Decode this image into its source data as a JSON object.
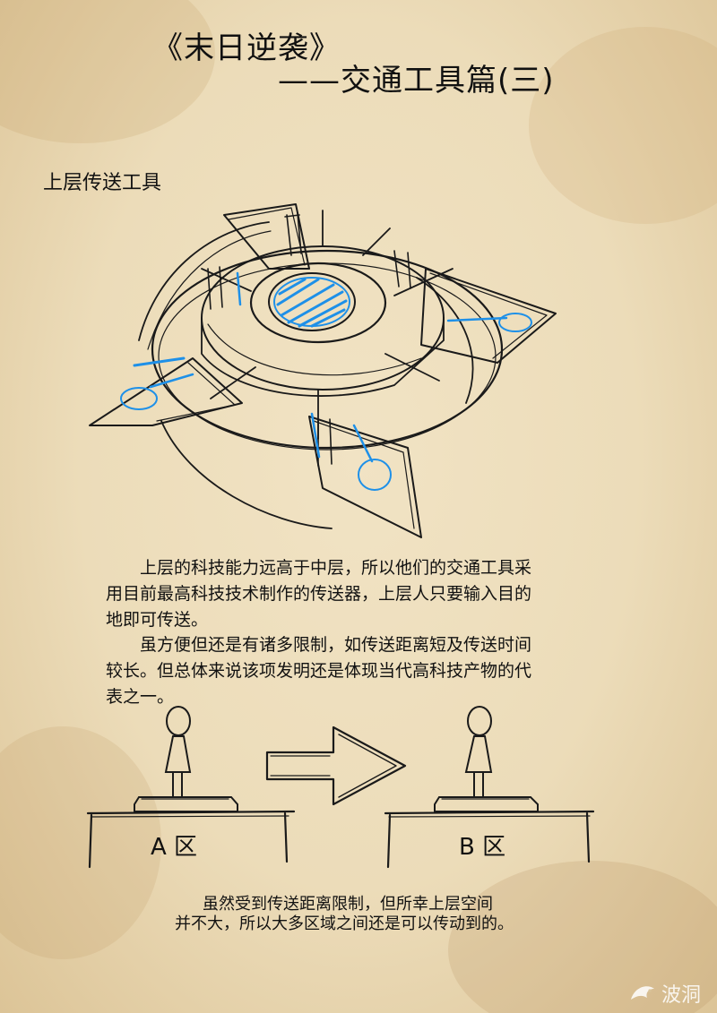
{
  "header": {
    "title": "《末日逆袭》",
    "subtitle": "——交通工具篇(三)"
  },
  "section": {
    "heading": "上层传送工具"
  },
  "body": {
    "paragraph_1": "上层的科技能力远高于中层，所以他们的交通工具采用目前最高科技技术制作的传送器，上层人只要输入目的地即可传送。",
    "paragraph_2": "虽方便但还是有诸多限制，如传送距离短及传送时间较长。但总体来说该项发明还是体现当代高科技产物的代表之一。"
  },
  "diagram": {
    "zone_a_label": "A 区",
    "zone_b_label": "B 区"
  },
  "caption": {
    "line_1": "虽然受到传送距离限制，但所幸上层空间",
    "line_2": "并不大，所以大多区域之间还是可以传动到的。"
  },
  "watermark": {
    "text": "波洞",
    "icon": "dragon-logo-icon"
  },
  "colors": {
    "paper": "#ecdcb9",
    "ink": "#1a1a1a",
    "accent_blue": "#1e90e8"
  }
}
